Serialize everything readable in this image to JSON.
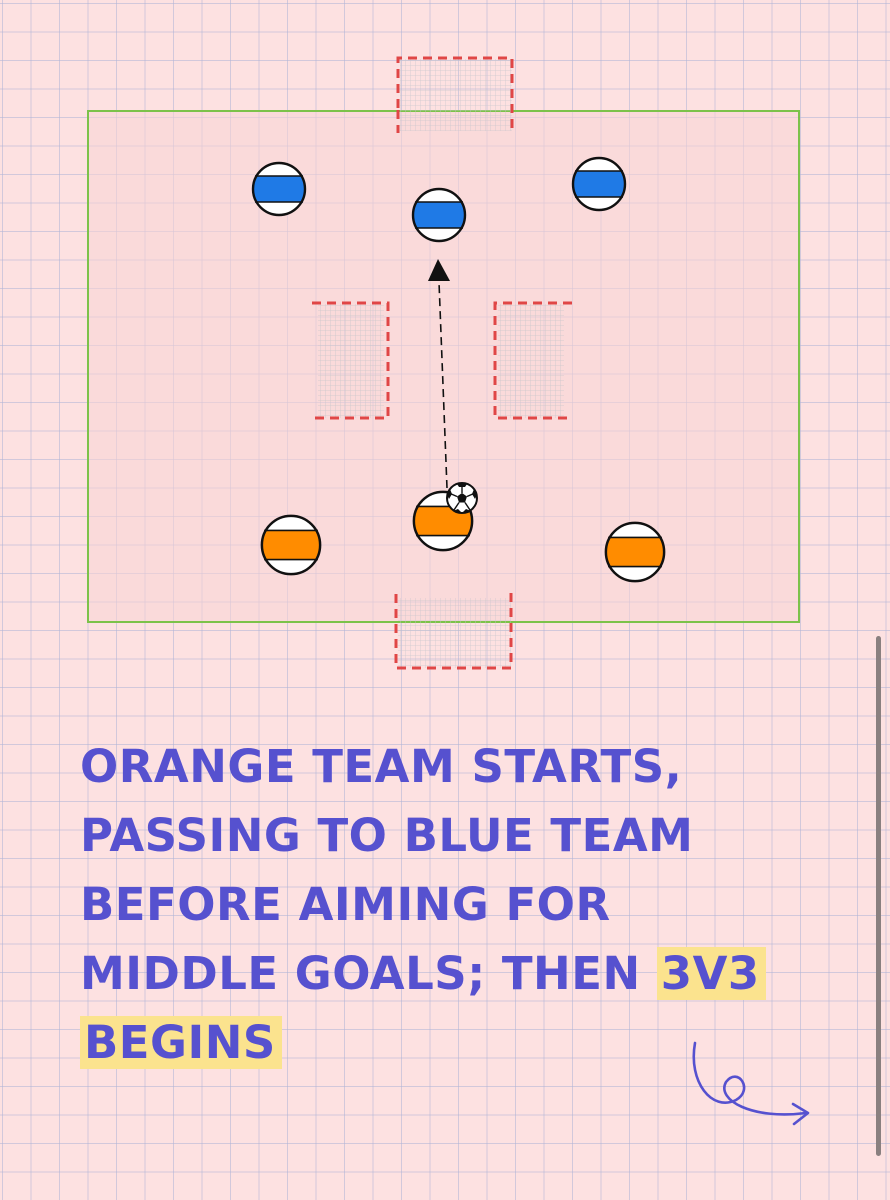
{
  "caption": {
    "line1": "ORANGE TEAM STARTS,",
    "line2": "PASSING TO BLUE TEAM",
    "line3": "BEFORE AIMING FOR",
    "line4_plain": "MIDDLE GOALS; THEN",
    "line4_highlight": "3V3",
    "line5_highlight": "BEGINS"
  },
  "colors": {
    "background": "#fde1e1",
    "grid": "#afb4d7",
    "field_border": "#7cc24a",
    "goal_frame": "#e04646",
    "blue_team": "#1f7ae6",
    "orange_team": "#ff8c00",
    "caption_text": "#5651cf",
    "highlight": "#fbe38e"
  },
  "players": {
    "blue": 3,
    "orange": 3
  },
  "icons": [
    "soccer-ball-icon",
    "pass-arrow-icon",
    "curly-arrow-icon"
  ]
}
